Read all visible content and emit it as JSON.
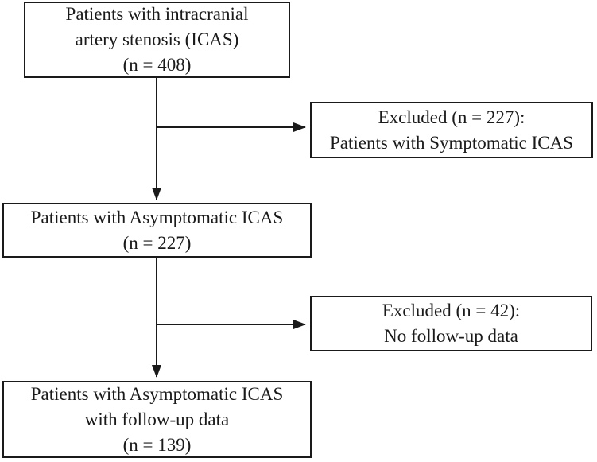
{
  "figure": {
    "type": "flowchart",
    "colors": {
      "ink": "#1a1a1a",
      "background": "#ffffff"
    }
  },
  "nodes": [
    {
      "id": "patients-icas-total",
      "lines": [
        "Patients with intracranial",
        "artery stenosis (ICAS)",
        "(n = 408)"
      ]
    },
    {
      "id": "excluded-symptomatic",
      "lines": [
        "Excluded (n = 227):",
        "Patients with Symptomatic ICAS"
      ]
    },
    {
      "id": "patients-asymptomatic",
      "lines": [
        "Patients with Asymptomatic ICAS",
        "(n = 227)"
      ]
    },
    {
      "id": "excluded-no-followup",
      "lines": [
        "Excluded (n = 42):",
        "No follow-up data"
      ]
    },
    {
      "id": "patients-asymptomatic-followup",
      "lines": [
        "Patients with Asymptomatic ICAS",
        "with follow-up data",
        "(n = 139)"
      ]
    }
  ],
  "edges": [
    {
      "from": "patients-icas-total",
      "to": "patients-asymptomatic"
    },
    {
      "from": "patients-icas-total",
      "to": "excluded-symptomatic"
    },
    {
      "from": "patients-asymptomatic",
      "to": "patients-asymptomatic-followup"
    },
    {
      "from": "patients-asymptomatic",
      "to": "excluded-no-followup"
    }
  ]
}
